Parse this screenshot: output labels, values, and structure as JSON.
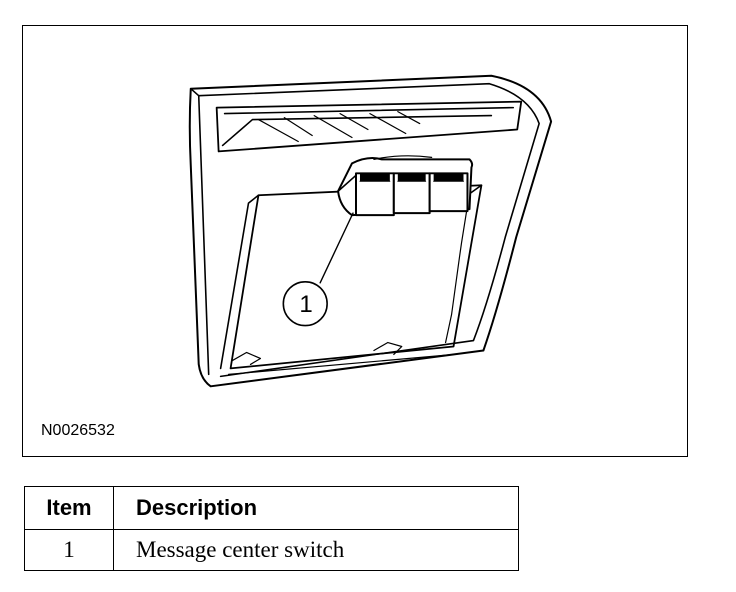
{
  "figure": {
    "id_label": "N0026532",
    "callout_number": "1"
  },
  "legend": {
    "headers": {
      "item": "Item",
      "description": "Description"
    },
    "rows": [
      {
        "item": "1",
        "description": "Message center switch"
      }
    ]
  }
}
